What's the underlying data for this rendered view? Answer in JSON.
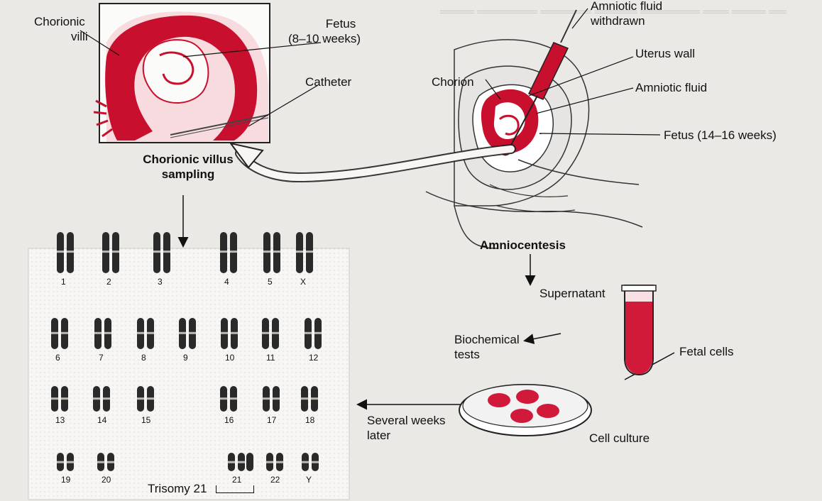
{
  "labels": {
    "chorionic_villi": [
      "Chorionic",
      "villi"
    ],
    "fetus_early": [
      "Fetus",
      "(8–10 weeks)"
    ],
    "catheter": "Catheter",
    "cvs_title": [
      "Chorionic villus",
      "sampling"
    ],
    "amniotic_fluid_withdrawn": [
      "Amniotic fluid",
      "withdrawn"
    ],
    "chorion": "Chorion",
    "uterus_wall": "Uterus wall",
    "amniotic_fluid": "Amniotic fluid",
    "fetus_late": "Fetus (14–16 weeks)",
    "amniocentesis": "Amniocentesis",
    "supernatant": "Supernatant",
    "biochemical_tests": [
      "Biochemical",
      "tests"
    ],
    "fetal_cells": "Fetal cells",
    "cell_culture": "Cell culture",
    "several_weeks": [
      "Several weeks",
      "later"
    ],
    "trisomy": "Trisomy 21"
  },
  "karyotype": {
    "rows": [
      [
        "1",
        "2",
        "3",
        "4",
        "5",
        "X"
      ],
      [
        "6",
        "7",
        "8",
        "9",
        "10",
        "11",
        "12"
      ],
      [
        "13",
        "14",
        "15",
        "16",
        "17",
        "18"
      ],
      [
        "19",
        "20",
        "21",
        "22",
        "Y"
      ]
    ]
  },
  "colors": {
    "tissue_red": "#c8102e",
    "tissue_pink": "#f4c9cf",
    "cell_culture_red": "#d11a3a",
    "background": "#ebe9e6",
    "chromosome_dark": "#2a2a2a"
  },
  "icons": [
    "syringe-icon",
    "test-tube-icon",
    "petri-dish-icon"
  ]
}
